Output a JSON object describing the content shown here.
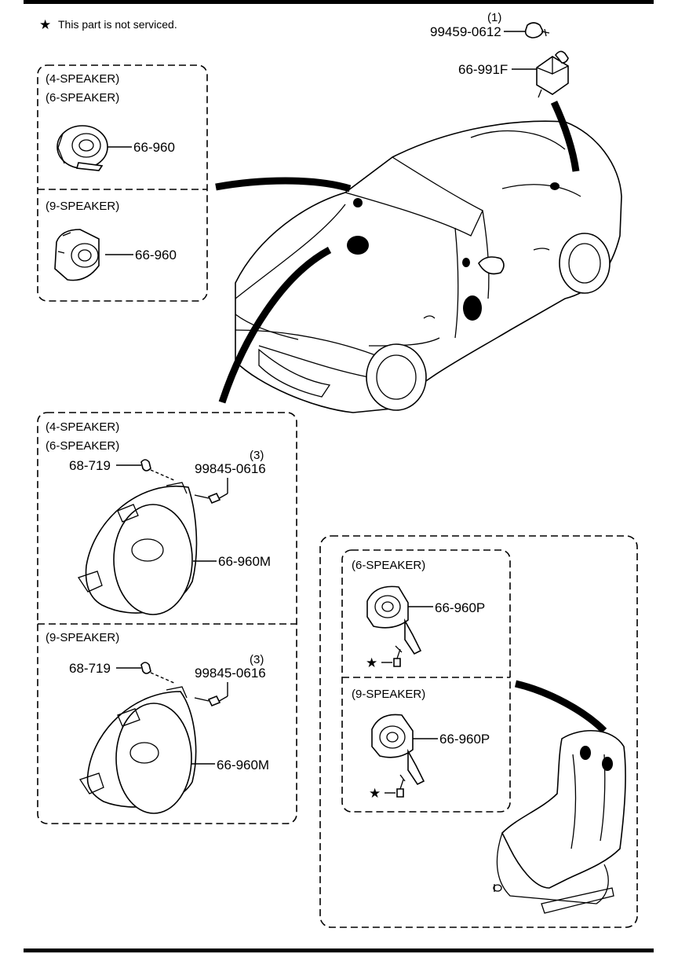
{
  "note": {
    "star": "★",
    "text": "This part is not serviced."
  },
  "top_right": {
    "qty": "(1)",
    "bolt_part": "99459-0612",
    "module_part": "66-991F"
  },
  "tweeter_box": {
    "variant_a": "(4-SPEAKER)",
    "variant_b": "(6-SPEAKER)",
    "part_a": "66-960",
    "variant_c": "(9-SPEAKER)",
    "part_c": "66-960"
  },
  "door_box": {
    "variant_a": "(4-SPEAKER)",
    "variant_b": "(6-SPEAKER)",
    "clip_a": "68-719",
    "qty_a": "(3)",
    "screw_a": "99845-0616",
    "speaker_a": "66-960M",
    "variant_c": "(9-SPEAKER)",
    "clip_c": "68-719",
    "qty_c": "(3)",
    "screw_c": "99845-0616",
    "speaker_c": "66-960M"
  },
  "seat_box": {
    "variant_a": "(6-SPEAKER)",
    "part_a": "66-960P",
    "variant_c": "(9-SPEAKER)",
    "part_c": "66-960P",
    "star": "★"
  }
}
